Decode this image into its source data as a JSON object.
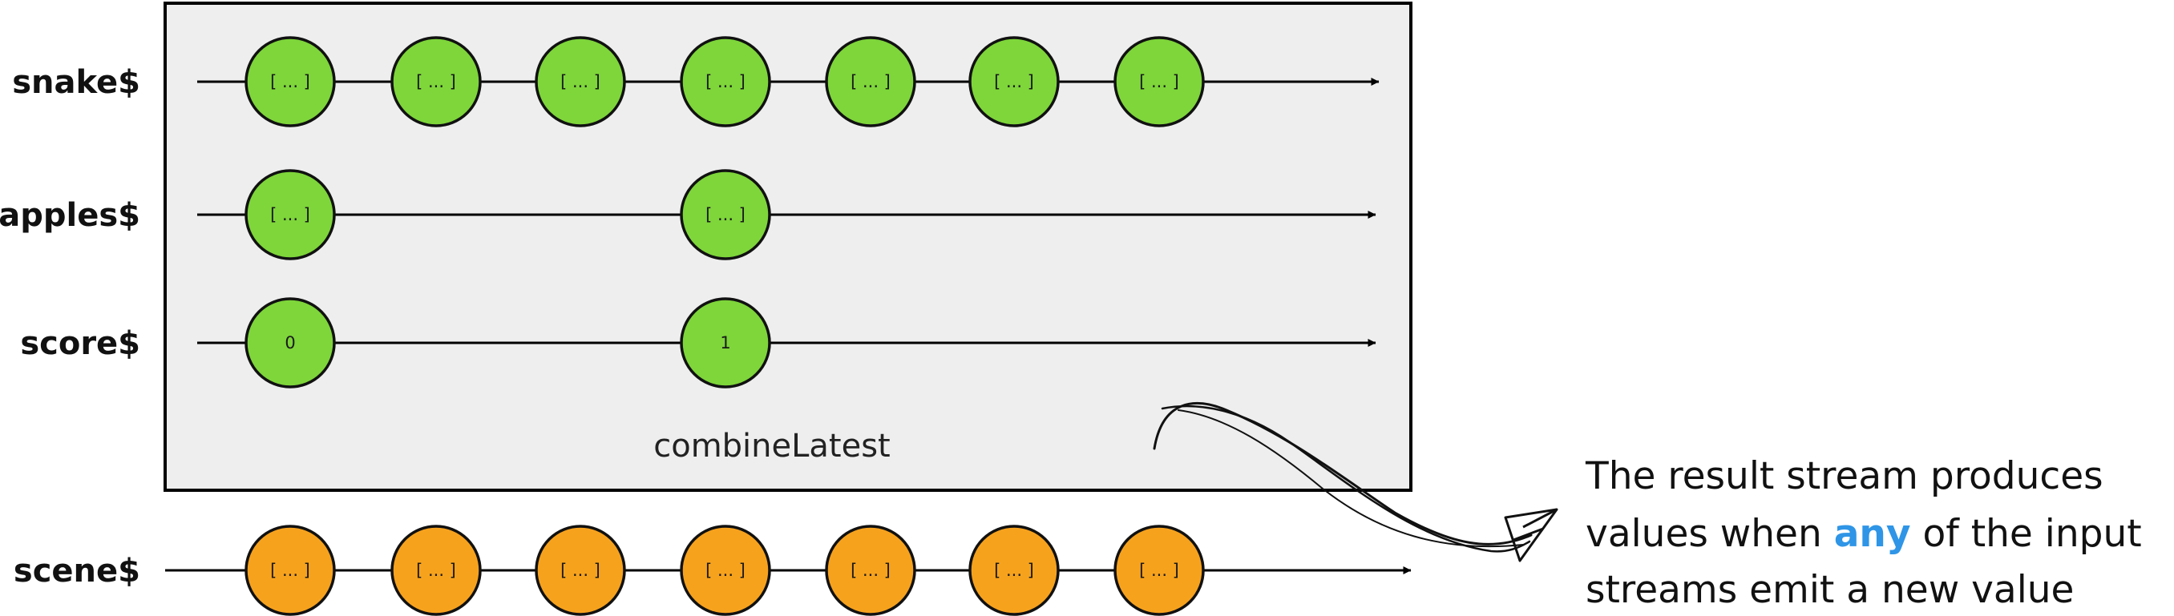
{
  "colors": {
    "input_marble": "#7ed63a",
    "output_marble": "#f7a21d",
    "operator_box": "#eeeeee",
    "line": "#000000",
    "emphasis": "#2f95e6"
  },
  "operator": {
    "label": "combineLatest"
  },
  "input_streams": [
    {
      "name": "snake$",
      "marbles": [
        "[ ... ]",
        "[ ... ]",
        "[ ... ]",
        "[ ... ]",
        "[ ... ]",
        "[ ... ]",
        "[ ... ]"
      ],
      "slots": [
        0,
        1,
        2,
        3,
        4,
        5,
        6
      ]
    },
    {
      "name": "apples$",
      "marbles": [
        "[ ... ]",
        "[ ... ]"
      ],
      "slots": [
        0,
        3
      ]
    },
    {
      "name": "score$",
      "marbles": [
        "0",
        "1"
      ],
      "slots": [
        0,
        3
      ]
    }
  ],
  "output_stream": {
    "name": "scene$",
    "marbles": [
      "[ ... ]",
      "[ ... ]",
      "[ ... ]",
      "[ ... ]",
      "[ ... ]",
      "[ ... ]",
      "[ ... ]"
    ],
    "slots": [
      0,
      1,
      2,
      3,
      4,
      5,
      6
    ]
  },
  "annotation": {
    "line1": "The result stream produces",
    "line2_before": "values when ",
    "line2_emphasis": "any",
    "line2_after": " of the input",
    "line3": "streams emit a new value"
  },
  "icons": [
    "curved-arrow-icon",
    "arrowhead-icon"
  ]
}
